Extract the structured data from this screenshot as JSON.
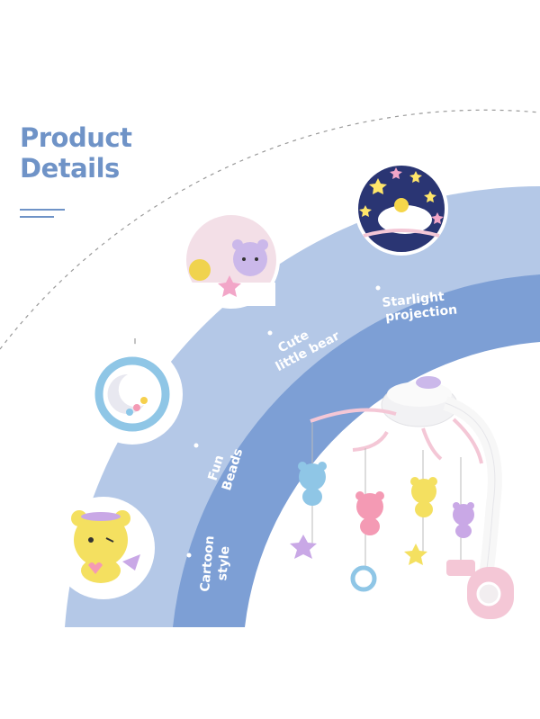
{
  "header": {
    "title_line1": "Product",
    "title_line2": "Details"
  },
  "features": [
    {
      "label_line1": "Starlight",
      "label_line2": "projection"
    },
    {
      "label_line1": "Cute",
      "label_line2": "little bear"
    },
    {
      "label_line1": "Fun",
      "label_line2": "Beads"
    },
    {
      "label_line1": "Cartoon",
      "label_line2": "style"
    }
  ],
  "colors": {
    "outer_band": "#b4c8e7",
    "inner_band": "#7d9fd5",
    "title": "#6f93c7",
    "accent_pink": "#f4c7d6"
  },
  "icons": [
    "star-projector-icon",
    "bear-toy-icon",
    "bead-rattle-icon",
    "yellow-bear-icon",
    "crib-mobile-icon"
  ]
}
